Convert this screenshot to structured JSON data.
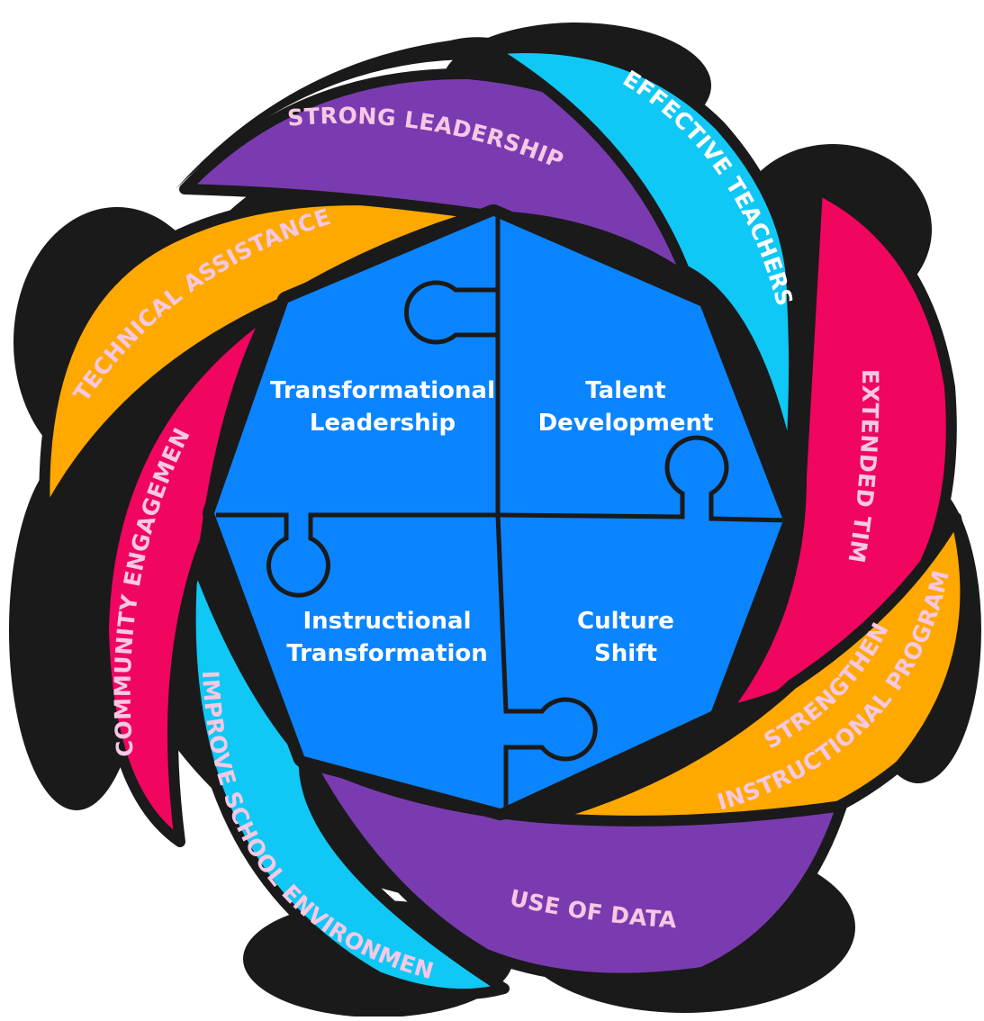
{
  "colors": {
    "outline": "#1a1a1a",
    "center": "#0a84ff",
    "purple": "#7a3bb0",
    "cyan": "#10c8f5",
    "magenta": "#f0055f",
    "orange": "#ffa800",
    "petal_text_pink": "#f7c8e4",
    "petal_text_white": "#ffffff"
  },
  "petals": [
    {
      "label": "STRONG LEADERSHIP",
      "color": "purple"
    },
    {
      "label": "EFFECTIVE TEACHERS",
      "color": "cyan"
    },
    {
      "label": "EXTENDED TIME",
      "color": "magenta"
    },
    {
      "label": "STRENGTHEN",
      "color": "orange"
    },
    {
      "label": "INSTRUCTIONAL PROGRAM",
      "color": "orange"
    },
    {
      "label": "USE OF DATA",
      "color": "purple"
    },
    {
      "label": "IMPROVE SCHOOL ENVIRONMENT",
      "color": "cyan"
    },
    {
      "label": "COMMUNITY ENGAGEMENT",
      "color": "magenta"
    },
    {
      "label": "TECHNICAL ASSISTANCE",
      "color": "orange"
    }
  ],
  "pieces": {
    "top_left": [
      "Transformational",
      "Leadership"
    ],
    "top_right": [
      "Talent",
      "Development"
    ],
    "bottom_left": [
      "Instructional",
      "Transformation"
    ],
    "bottom_right": [
      "Culture",
      "Shift"
    ]
  }
}
